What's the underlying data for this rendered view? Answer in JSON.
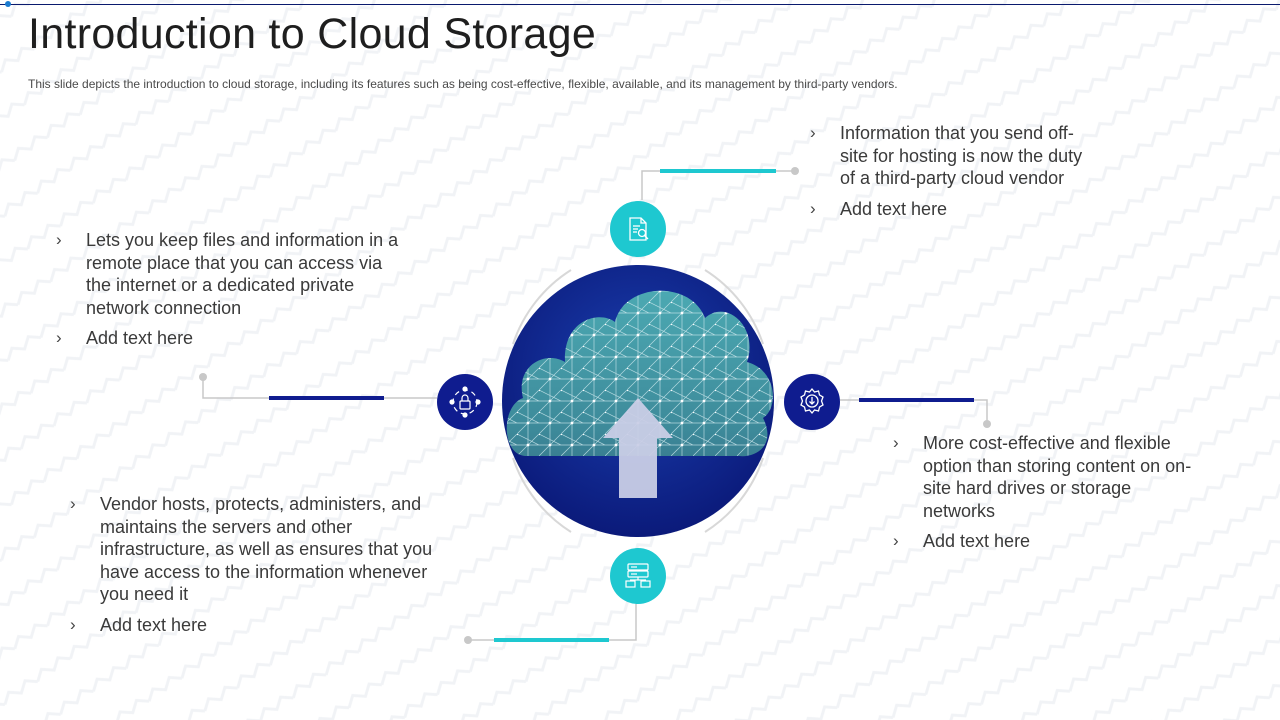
{
  "slide": {
    "title": "Introduction to Cloud Storage",
    "subtitle": "This slide depicts the introduction to cloud storage, including its features such as being cost-effective, flexible, available, and its management by third-party vendors."
  },
  "blocks": {
    "top_right": {
      "text": "Information that you send off-site for hosting is now the duty of a third-party cloud vendor",
      "add": "Add text here",
      "icon": "document-search-icon"
    },
    "left": {
      "text": "Lets you keep files and information in a remote place that you can access via the internet or a dedicated private network connection",
      "add": "Add text here",
      "icon": "network-lock-icon"
    },
    "right": {
      "text": "More cost-effective and flexible option than storing content on on-site hard drives or storage networks",
      "add": "Add text here",
      "icon": "gear-download-icon"
    },
    "bottom_left": {
      "text": "Vendor hosts, protects, administers, and maintains the servers and other infrastructure, as well as ensures that you have access to the information whenever you need it",
      "add": "Add text here",
      "icon": "server-icon"
    }
  },
  "center": {
    "icon": "cloud-upload-icon"
  },
  "bullet_glyph": "›",
  "colors": {
    "teal": "#1ec8d0",
    "navy": "#0f1c8f",
    "dark_navy": "#0a1a6e",
    "gray": "#c8c8c8"
  }
}
